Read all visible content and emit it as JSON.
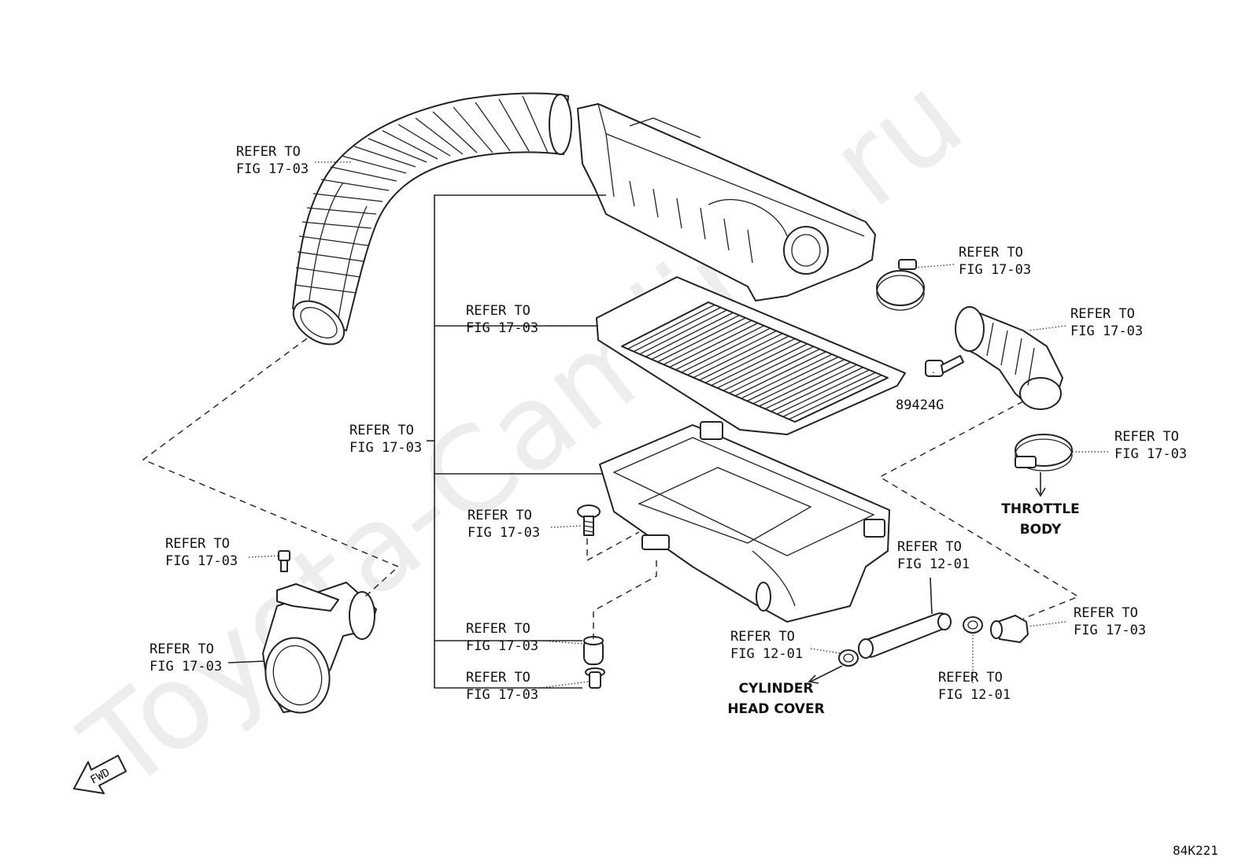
{
  "watermark": "Toyota-Camline.ru",
  "labels": {
    "hose_top": [
      "REFER TO",
      "FIG 17-03"
    ],
    "clamp_upper": [
      "REFER TO",
      "FIG 17-03"
    ],
    "air_filter": [
      "REFER TO",
      "FIG 17-03"
    ],
    "air_flow_meter_pipe": [
      "REFER TO",
      "FIG 17-03"
    ],
    "cleaner_group": [
      "REFER TO",
      "FIG 17-03"
    ],
    "clamp_lower": [
      "REFER TO",
      "FIG 17-03"
    ],
    "bolt_case": [
      "REFER TO",
      "FIG 17-03"
    ],
    "bolt_inlet": [
      "REFER TO",
      "FIG 17-03"
    ],
    "inlet": [
      "REFER TO",
      "FIG 17-03"
    ],
    "grommet": [
      "REFER TO",
      "FIG 17-03"
    ],
    "collar": [
      "REFER TO",
      "FIG 17-03"
    ],
    "vent_hose": [
      "REFER TO",
      "FIG 12-01"
    ],
    "clip_left": [
      "REFER TO",
      "FIG 12-01"
    ],
    "clip_right": [
      "REFER TO",
      "FIG 12-01"
    ],
    "elbow": [
      "REFER TO",
      "FIG 17-03"
    ]
  },
  "part_number": "89424G",
  "destinations": {
    "throttle": [
      "THROTTLE",
      "BODY"
    ],
    "cylinder": [
      "CYLINDER",
      "HEAD COVER"
    ]
  },
  "fwd": "FWD",
  "figure_code": "84K221"
}
